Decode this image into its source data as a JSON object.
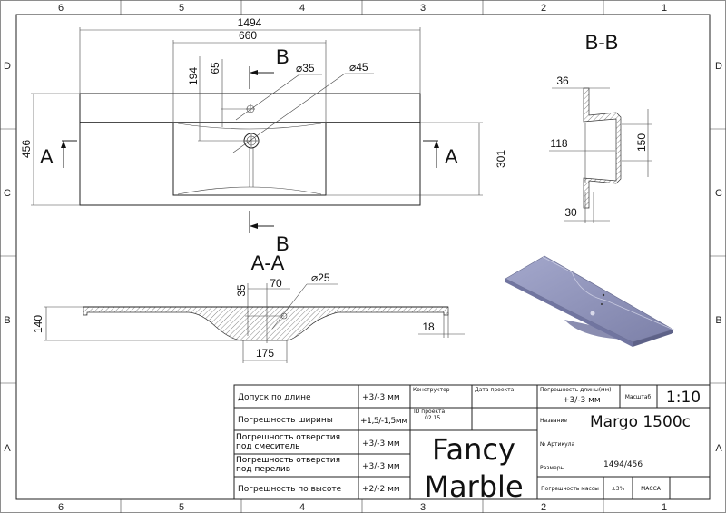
{
  "frame": {
    "columns": [
      "6",
      "5",
      "4",
      "3",
      "2",
      "1"
    ],
    "rows": [
      "D",
      "C",
      "B",
      "A"
    ]
  },
  "top_view": {
    "dims": {
      "overall_length": "1494",
      "basin_length": "660",
      "drain_offset": "194",
      "overflow_offset": "65",
      "overflow_dia": "⌀35",
      "drain_dia": "⌀45",
      "depth": "456",
      "basin_width": "301"
    },
    "section_a_left": "A",
    "section_a_right": "A",
    "section_b_top": "B",
    "section_b_bottom": "B"
  },
  "section_bb": {
    "title": "B-B",
    "dims": {
      "top_flange": "36",
      "inner": "118",
      "height": "150",
      "bottom_flange": "30"
    }
  },
  "section_aa": {
    "title": "A-A",
    "dims": {
      "hole_offset": "35",
      "hole_pos": "70",
      "hole_dia": "⌀25",
      "height": "140",
      "bottom_width": "175",
      "edge": "18"
    }
  },
  "title_block": {
    "tolerances": [
      {
        "label": "Допуск по длине",
        "value": "+3/-3 мм"
      },
      {
        "label": "Погрешность ширины",
        "value": "+1,5/-1,5мм"
      },
      {
        "label": "Погрешность отверстия под смеситель",
        "value": "+3/-3 мм"
      },
      {
        "label": "Погрешность отверстия под перелив",
        "value": "+3/-3 мм"
      },
      {
        "label": "Погрешность по высоте",
        "value": "+2/-2 мм"
      }
    ],
    "designer_label": "Конструктор",
    "project_date_label": "Дата проекта",
    "project_id_label": "ID проекта",
    "project_id": "02.15",
    "brand_line1": "Fancy",
    "brand_line2": "Marble",
    "length_tol_label": "Погрешность длины(мм)",
    "length_tol": "+3/-3 мм",
    "scale_label": "Масштаб",
    "scale": "1:10",
    "name_label": "Название",
    "name": "Margo 1500c",
    "article_label": "№ Артикула",
    "size_label": "Размеры",
    "size": "1494/456",
    "mass_tol_label": "Погрешность массы",
    "mass_tol": "±3%",
    "mass_label": "МАССА"
  }
}
